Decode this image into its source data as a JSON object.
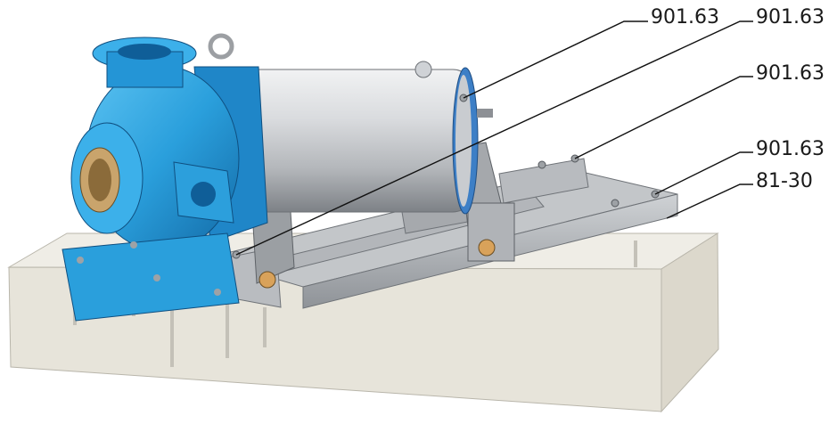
{
  "callouts": [
    {
      "id": "c1",
      "label": "901.63"
    },
    {
      "id": "c2",
      "label": "901.63"
    },
    {
      "id": "c3",
      "label": "901.63"
    },
    {
      "id": "c4",
      "label": "901.63"
    },
    {
      "id": "c5",
      "label": "81-30"
    }
  ],
  "colors": {
    "pump_body": "#2a9fdc",
    "pump_dark": "#1669a8",
    "motor_light": "#e3e5e7",
    "motor_dark": "#8b8f94",
    "frame_steel": "#a9adb2",
    "concrete": "#e9e6dc",
    "leader_line": "#111111"
  }
}
